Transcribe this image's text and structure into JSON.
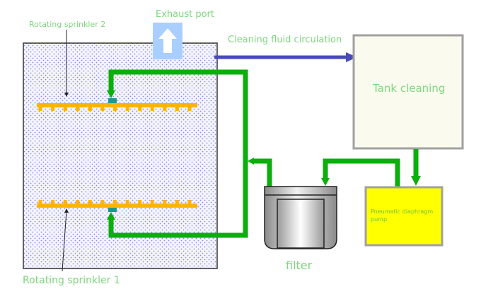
{
  "title": "Tank cleaning system diagram",
  "labels": {
    "exhaust_port": "Exhaust port",
    "sprinkler_2": "Rotating sprinkler 2",
    "sprinkler_1": "Rotating sprinkler 1",
    "circulation": "Cleaning fluid circulation",
    "tank": "Tank cleaning",
    "filter": "filter",
    "pump_line1": "Pneumatic diaphragm",
    "pump_line2": "pump"
  },
  "colors": {
    "pipe": "#0aaf0a",
    "circulation_arrow": "#4a4ab8",
    "sprinkler": "#ffb400",
    "connector": "#1a9a8e",
    "pump_fill": "#ffff00",
    "tank_fill": "#fafaee",
    "box_border": "#a0a0a0",
    "exhaust": "#a8cfff",
    "label": "#7ed67e",
    "pump_label": "#6cc23a"
  },
  "sprinkler_nozzles": 13
}
